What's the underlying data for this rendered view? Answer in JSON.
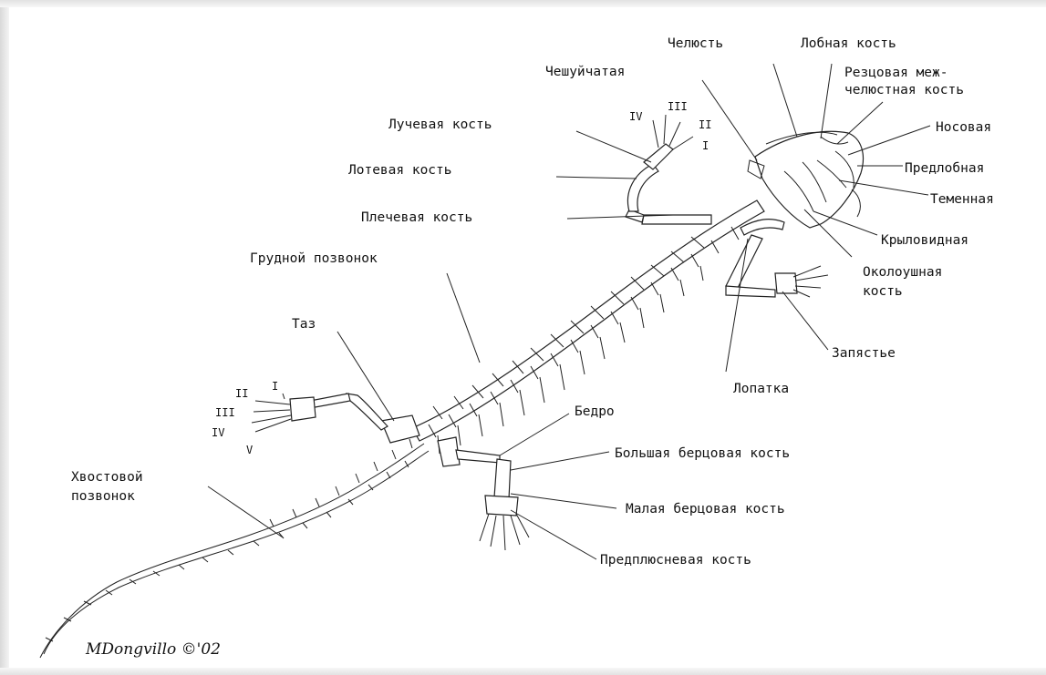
{
  "labels": {
    "jaw": "Челюсть",
    "frontal": "Лобная кость",
    "squamosal": "Чешуйчатая",
    "premaxilla_1": "Резцовая меж-",
    "premaxilla_2": "челюстная кость",
    "nasal": "Носовая",
    "prefrontal": "Предлобная",
    "parietal": "Теменная",
    "pterygoid": "Крыловидная",
    "periotic_1": "Околоушная",
    "periotic_2": "кость",
    "radius": "Лучевая кость",
    "ulna": "Лотевая кость",
    "humerus": "Плечевая кость",
    "thoracic_vertebra": "Грудной позвонок",
    "pelvis": "Таз",
    "wrist": "Запястье",
    "scapula": "Лопатка",
    "femur": "Бедро",
    "tibia": "Большая берцовая кость",
    "fibula": "Малая берцовая кость",
    "tarsal": "Предплюсневая кость",
    "caudal_1": "Хвостовой",
    "caudal_2": "позвонок"
  },
  "front_digits": [
    "IV",
    "III",
    "II",
    "I"
  ],
  "hind_digits": [
    "II",
    "I",
    "III",
    "IV",
    "V"
  ],
  "signature": "MDongvillo ©'02"
}
